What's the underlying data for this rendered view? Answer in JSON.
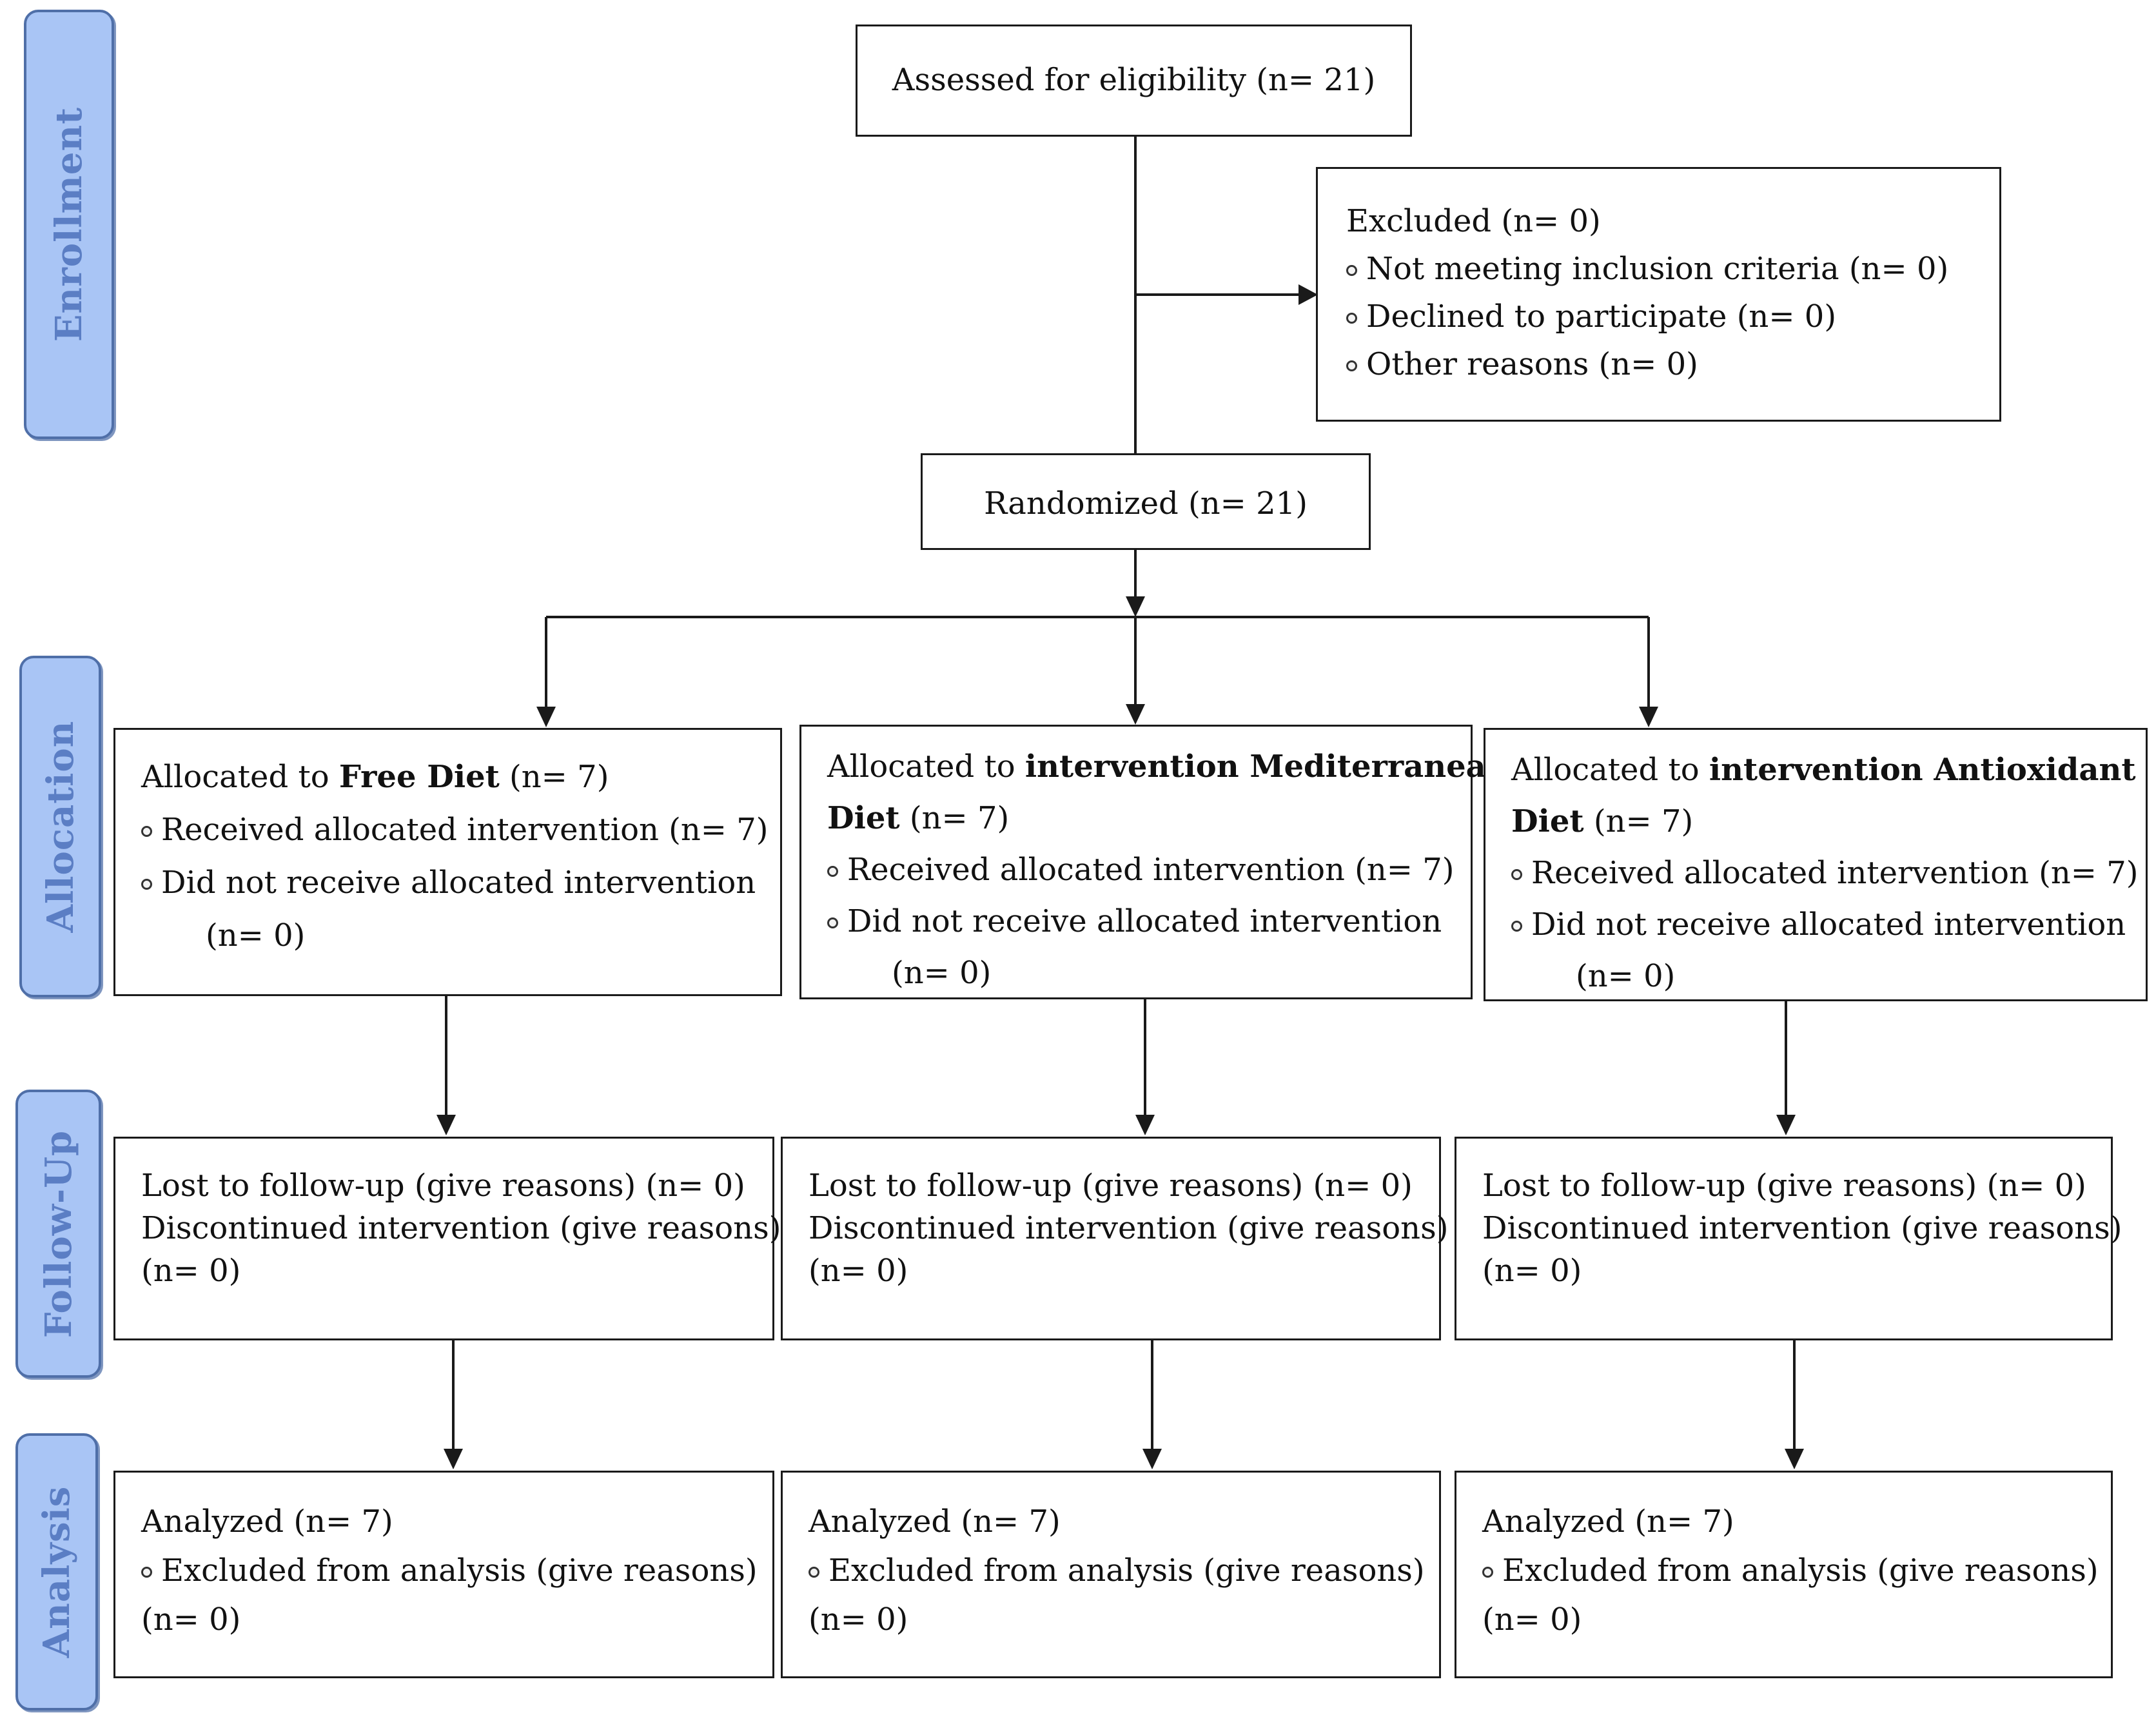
{
  "stages": {
    "enrollment": "Enrollment",
    "allocation": "Allocation",
    "followup": "Follow-Up",
    "analysis": "Analysis"
  },
  "enrollment": {
    "assessed": "Assessed for eligibility (n= 21)",
    "excluded": {
      "title": "Excluded (n= 0)",
      "items": [
        "Not meeting inclusion criteria (n= 0)",
        "Declined to participate (n= 0)",
        "Other reasons (n= 0)"
      ]
    },
    "randomized": "Randomized (n= 21)"
  },
  "allocation": [
    {
      "prefix": "Allocated to ",
      "bold": "Free Diet",
      "bold_cont": "",
      "suffix": " (n= 7)",
      "received": "Received allocated intervention (n= 7)",
      "not_received": "Did not receive allocated intervention",
      "not_received_n": "(n= 0)"
    },
    {
      "prefix": "Allocated to ",
      "bold": "intervention Mediterranean",
      "bold_cont": "Diet",
      "suffix": " (n= 7)",
      "received": "Received allocated intervention (n= 7)",
      "not_received": "Did not receive allocated intervention",
      "not_received_n": "(n= 0)"
    },
    {
      "prefix": "Allocated to ",
      "bold": "intervention Antioxidant",
      "bold_cont": "Diet",
      "suffix": " (n= 7)",
      "received": "Received allocated intervention (n= 7)",
      "not_received": "Did not receive allocated intervention",
      "not_received_n": "(n= 0)"
    }
  ],
  "followup": [
    {
      "lost": "Lost to follow-up (give reasons) (n= 0)",
      "discontinued": "Discontinued intervention (give reasons)",
      "discontinued_n": "(n= 0)"
    },
    {
      "lost": "Lost to follow-up (give reasons) (n= 0)",
      "discontinued": "Discontinued intervention (give reasons)",
      "discontinued_n": "(n= 0)"
    },
    {
      "lost": "Lost to follow-up (give reasons) (n= 0)",
      "discontinued": "Discontinued intervention (give reasons)",
      "discontinued_n": "(n= 0)"
    }
  ],
  "analysis": [
    {
      "analyzed": "Analyzed (n= 7)",
      "excluded": "Excluded from analysis (give reasons)",
      "excluded_n": "(n= 0)"
    },
    {
      "analyzed": "Analyzed (n= 7)",
      "excluded": "Excluded from analysis (give reasons)",
      "excluded_n": "(n= 0)"
    },
    {
      "analyzed": "Analyzed (n= 7)",
      "excluded": "Excluded from analysis (give reasons)",
      "excluded_n": "(n= 0)"
    }
  ]
}
